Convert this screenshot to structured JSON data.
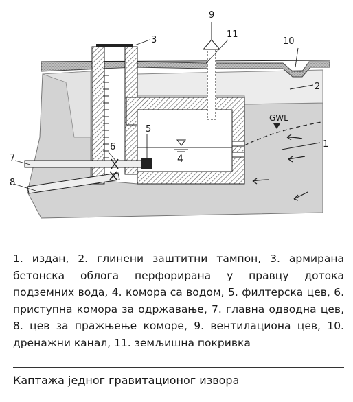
{
  "figure": {
    "labels": {
      "n1": "1",
      "n2": "2",
      "n3": "3",
      "n4": "4",
      "n5": "5",
      "n6": "6",
      "n7": "7",
      "n8": "8",
      "n9": "9",
      "n10": "10",
      "n11": "11",
      "gwl": "GWL"
    }
  },
  "legend": {
    "text": "1. издан, 2. глинени заштитни тампон, 3. армирана бетонска облога перфорирана у правцу дотока подземних вода, 4. комора са водом, 5. филтерска цев, 6. приступна комора за одржавање, 7. главна одводна цев, 8. цев за пражњење коморе, 9. вентилациона цев, 10. дренажни канал, 11. земљишна покривка"
  },
  "caption": {
    "text": "Каптажа једног гравитационог извора"
  },
  "colors": {
    "aquifer": "#d3d3d3",
    "clay": "#e6e6e6",
    "concrete": "#c9c9c9",
    "soil": "#b0b0b0",
    "line": "#222222"
  }
}
